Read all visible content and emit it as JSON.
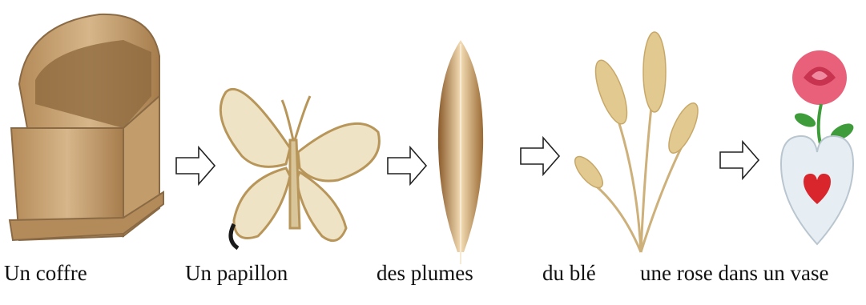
{
  "items": [
    {
      "icon": "chest-icon",
      "caption": "Un coffre"
    },
    {
      "icon": "butterfly-icon",
      "caption": "Un papillon"
    },
    {
      "icon": "feather-icon",
      "caption": "des plumes"
    },
    {
      "icon": "wheat-icon",
      "caption": "du blé"
    },
    {
      "icon": "rose-in-vase-icon",
      "caption": "une rose dans un vase"
    }
  ],
  "arrow_icon": "right-arrow-icon",
  "colors": {
    "cardboard": "#c9a77a",
    "cardboard_dark": "#a9855a",
    "butterfly": "#efe3c6",
    "feather": "#b88a4e",
    "wheat": "#e2c98f",
    "rose": "#e8607a",
    "leaf": "#3f9c3a",
    "vase": "#e7eef3",
    "heart": "#d9262c"
  }
}
